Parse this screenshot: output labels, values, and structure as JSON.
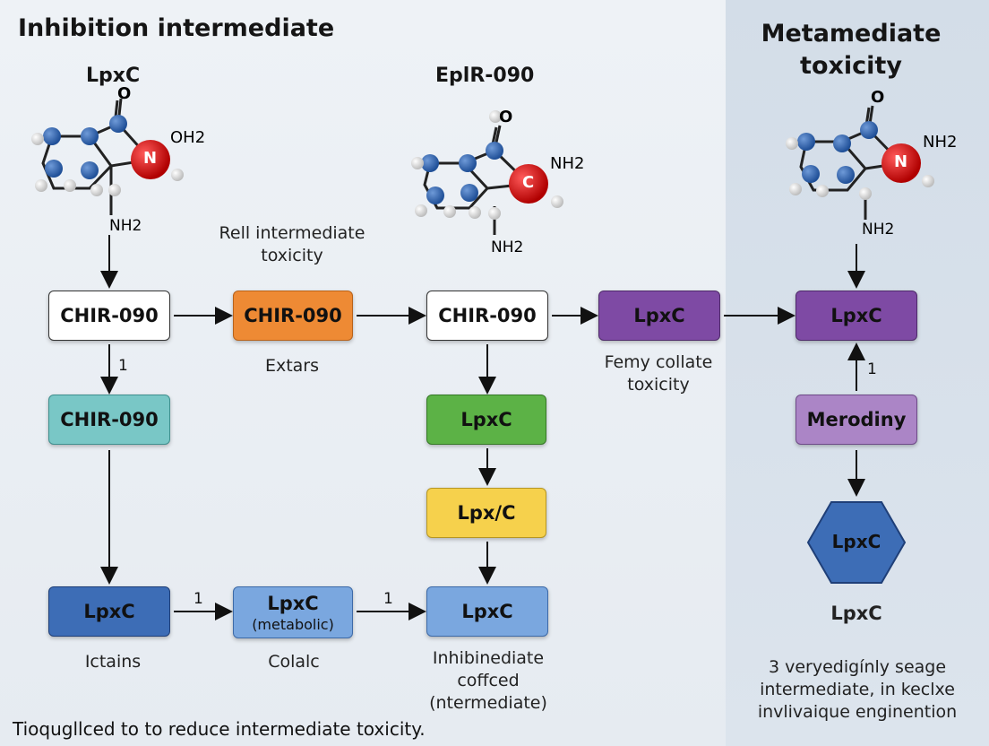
{
  "headings": {
    "left": "Inhibition intermediate",
    "right": "Metamediate toxicity"
  },
  "molecules": {
    "left": {
      "title": "LpxC",
      "center": "N",
      "o": "O",
      "oh": "OH2",
      "nh": "NH2"
    },
    "middle": {
      "title": "EplR-090",
      "center": "C",
      "o": "O",
      "nh": "NH2",
      "nh_side": "NH2"
    },
    "right": {
      "center": "N",
      "o": "O",
      "nh": "NH2",
      "nh_side": "NH2"
    }
  },
  "captions": {
    "rell": "Rell intermediate toxicity",
    "extars": "Extars",
    "femy": "Femy collate toxicity",
    "ictains": "Ictains",
    "colalc": "Colalc",
    "inhib": "Inhibinediate coffced (ntermediate)",
    "hex": "LpxC",
    "veryed": "3 veryedigínly seage intermediate, in keclxe invlivaique enginention"
  },
  "boxes": {
    "chir1": "CHIR-090",
    "chir_orange": "CHIR-090",
    "chir_mid": "CHIR-090",
    "lpxc_purple": "LpxC",
    "lpxc_right_purple": "LpxC",
    "chir_teal": "CHIR-090",
    "lpxc_green": "LpxC",
    "lpxc_yellow": "Lpx/C",
    "lpxc_dblue": "LpxC",
    "lpxc_lblue_label": "LpxC",
    "lpxc_lblue_sub": "(metabolic)",
    "lpxc_lblue2": "LpxC",
    "merodiny": "Merodiny",
    "hexagon": "LpxC"
  },
  "step_labels": {
    "a": "1",
    "b": "1",
    "c": "1",
    "d": "1"
  },
  "footer": "Tioqugllced to to reduce intermediate toxicity."
}
